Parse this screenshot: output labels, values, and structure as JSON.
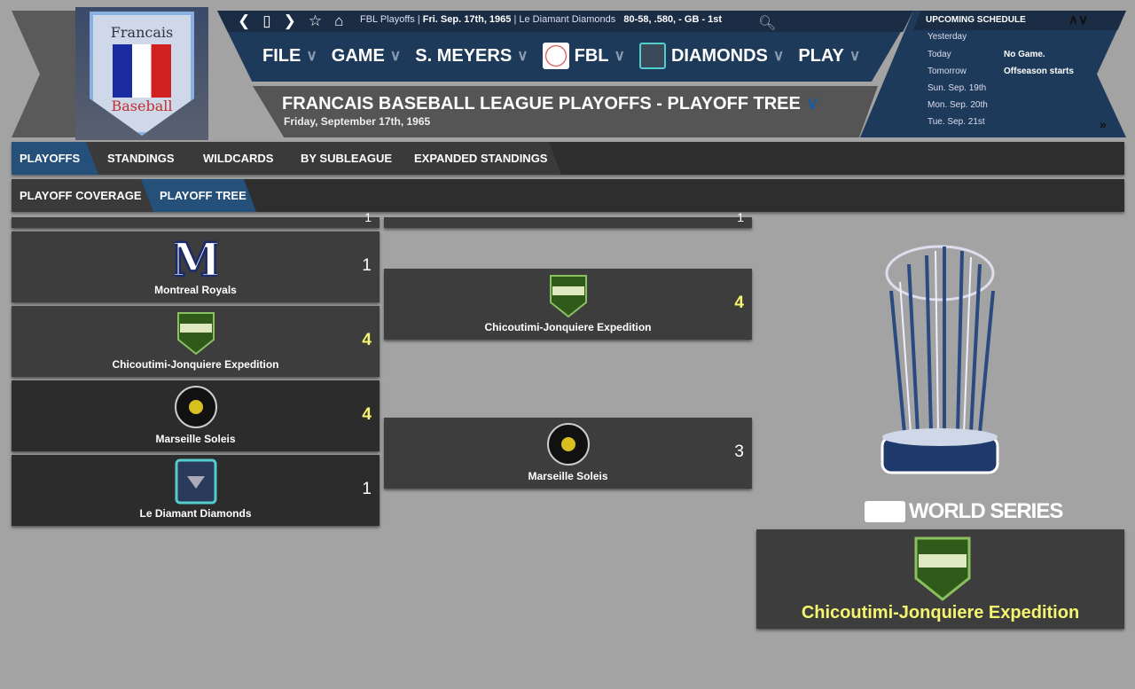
{
  "header": {
    "logo_text": "Francais Baseball",
    "breadcrumb": {
      "section": "FBL Playoffs",
      "date": "Fri. Sep. 17th, 1965",
      "team": "Le Diamant Diamonds",
      "record": "80-58, .580, - GB - 1st"
    },
    "menu": [
      {
        "label": "FILE"
      },
      {
        "label": "GAME"
      },
      {
        "label": "S. MEYERS"
      },
      {
        "label": "FBL"
      },
      {
        "label": "DIAMONDS"
      },
      {
        "label": "PLAY"
      }
    ],
    "title": "FRANCAIS BASEBALL LEAGUE PLAYOFFS - PLAYOFF TREE",
    "subtitle": "Friday, September 17th, 1965"
  },
  "schedule": {
    "title": "UPCOMING SCHEDULE",
    "rows": [
      {
        "day": "Yesterday",
        "info": ""
      },
      {
        "day": "Today",
        "info": "No Game."
      },
      {
        "day": "Tomorrow",
        "info": "Offseason starts"
      },
      {
        "day": "Sun. Sep. 19th",
        "info": ""
      },
      {
        "day": "Mon. Sep. 20th",
        "info": ""
      },
      {
        "day": "Tue. Sep. 21st",
        "info": ""
      }
    ]
  },
  "tabs": {
    "row1": [
      "PLAYOFFS",
      "STANDINGS",
      "WILDCARDS",
      "BY SUBLEAGUE",
      "EXPANDED STANDINGS"
    ],
    "row2": [
      "PLAYOFF COVERAGE",
      "PLAYOFF TREE"
    ]
  },
  "bracket": {
    "round1": [
      {
        "team": "Montreal Royals",
        "score": "1",
        "winner": false
      },
      {
        "team": "Chicoutimi-Jonquiere Expedition",
        "score": "4",
        "winner": true
      },
      {
        "team": "Marseille Soleis",
        "score": "4",
        "winner": true
      },
      {
        "team": "Le Diamant Diamonds",
        "score": "1",
        "winner": false
      }
    ],
    "round2": [
      {
        "team": "Chicoutimi-Jonquiere Expedition",
        "score": "4",
        "winner": true
      },
      {
        "team": "Marseille Soleis",
        "score": "3",
        "winner": false
      }
    ],
    "partial_scores": [
      "1",
      "1"
    ],
    "trophy_label": "WORLD SERIES",
    "champion": "Chicoutimi-Jonquiere Expedition"
  },
  "colors": {
    "accent": "#24507a",
    "winner": "#f5f570",
    "navy": "#1e3a5a"
  }
}
